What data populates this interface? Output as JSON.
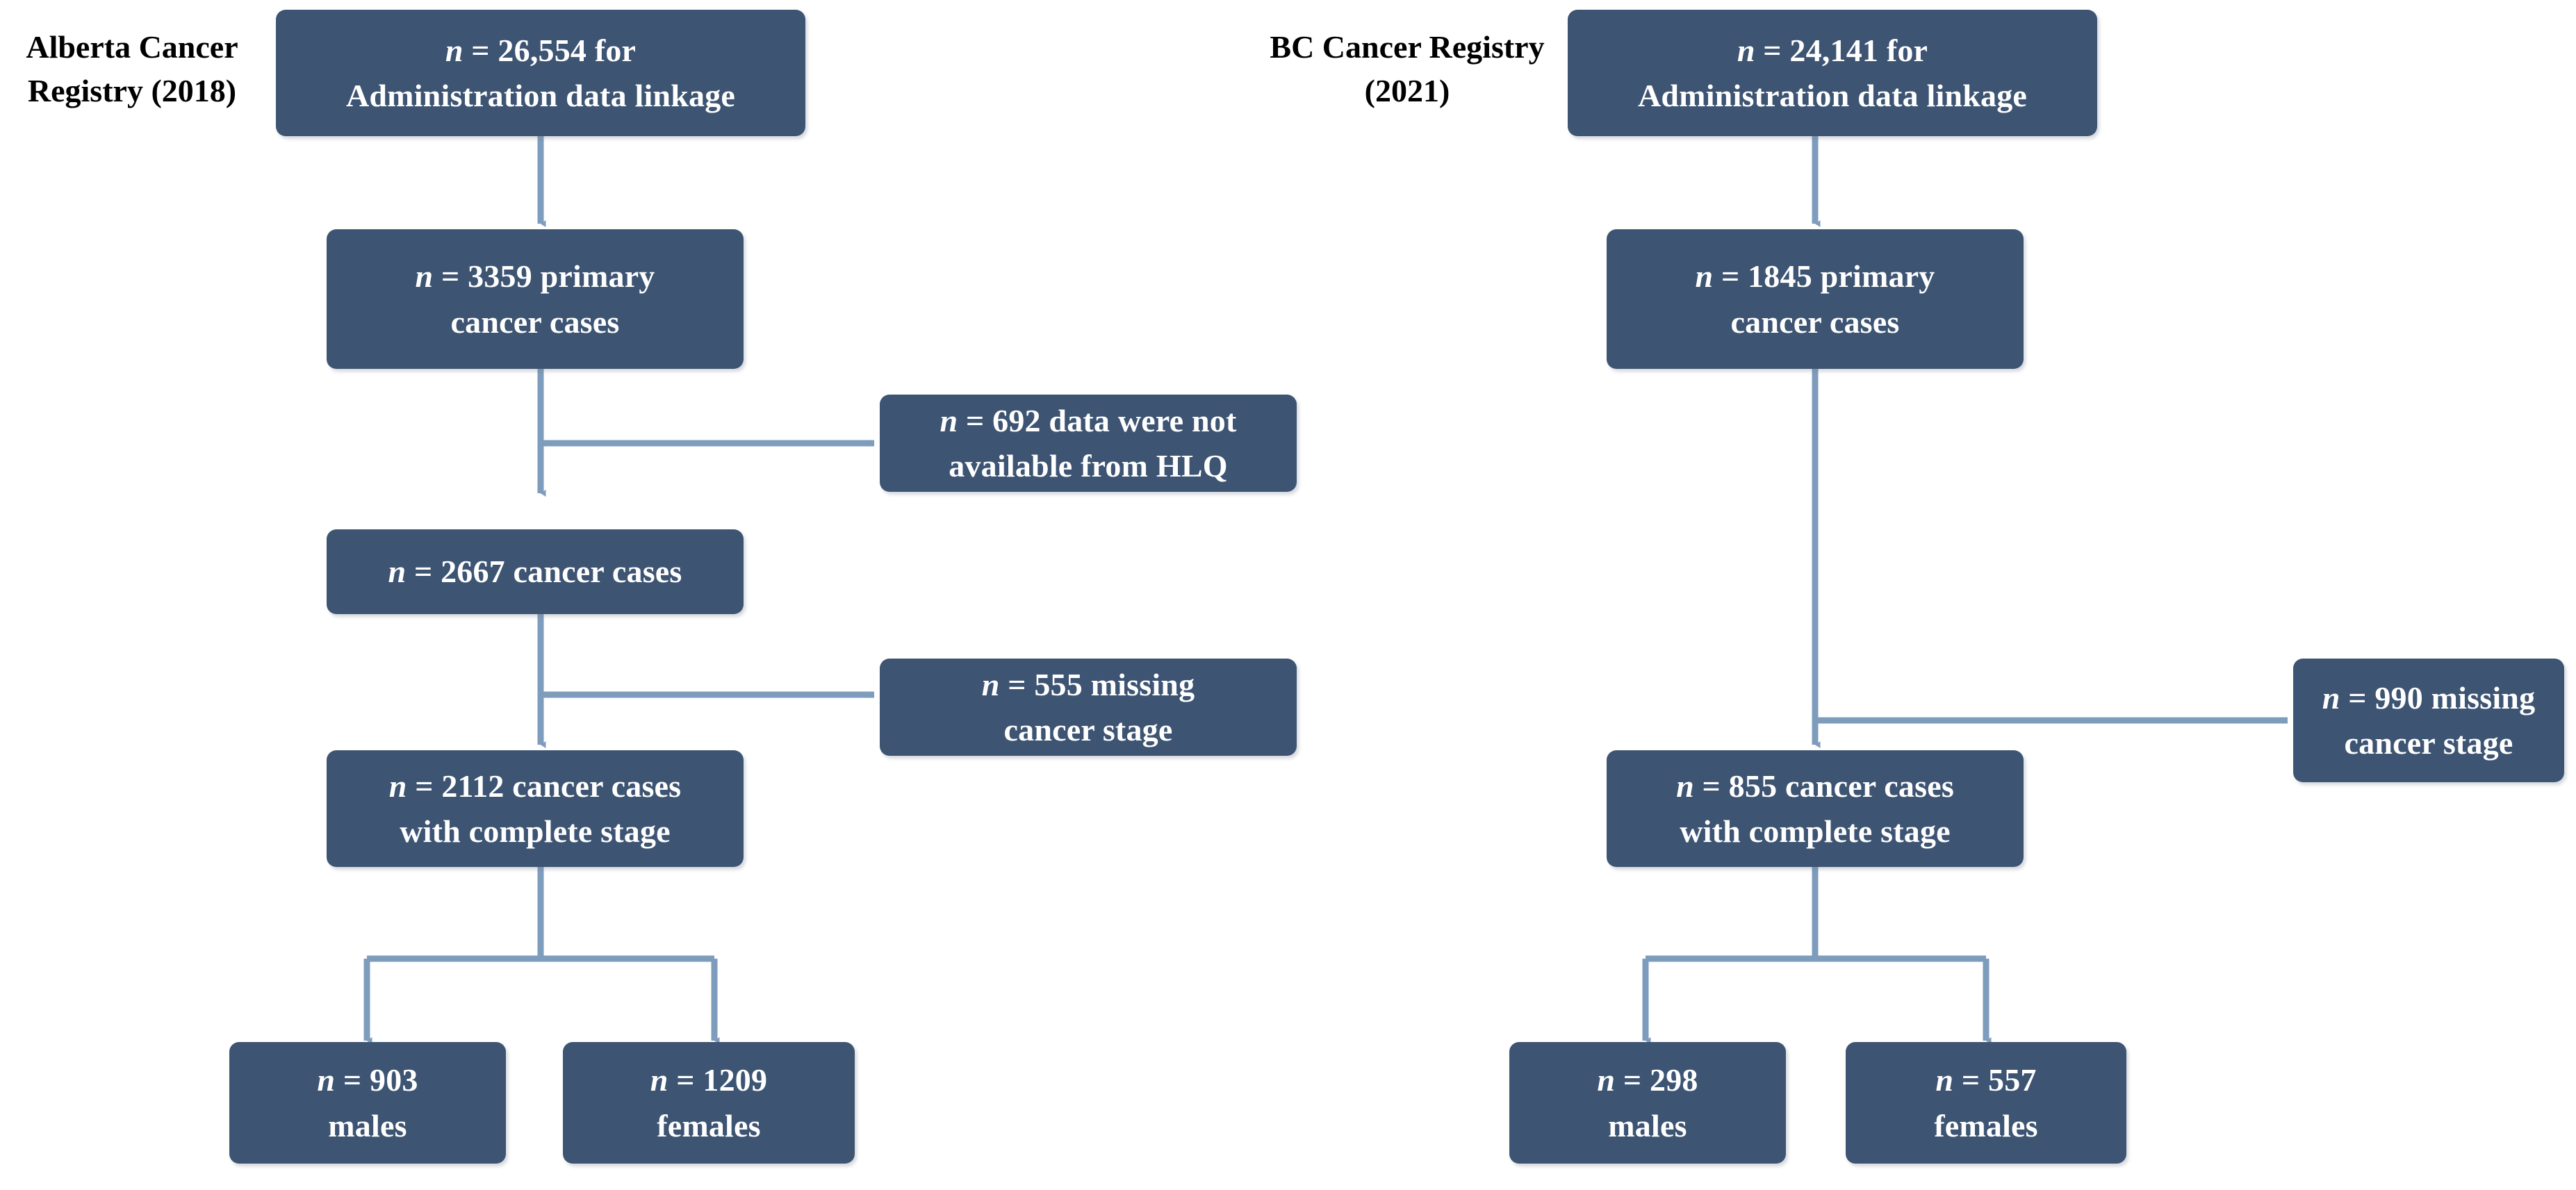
{
  "figure": {
    "type": "flowchart",
    "title": "",
    "box_color": "#3d5473",
    "text_color": "#ffffff",
    "connector_color": "#7e9cbc",
    "header_color": "#000000"
  },
  "columns": [
    {
      "id": "alberta",
      "header": "Alberta Cancer\nRegistry (2018)",
      "nodes": [
        {
          "id": "ab-linkage",
          "n_prefix": "n",
          "eq": " = ",
          "line1": "26,554 for",
          "line2": "Administration data linkage"
        },
        {
          "id": "ab-primary",
          "n_prefix": "n",
          "eq": " = ",
          "line1": "3359 primary",
          "line2": "cancer cases"
        },
        {
          "id": "ab-hlq",
          "n_prefix": "n",
          "eq": " = ",
          "line1": "692 data were not",
          "line2": "available from HLQ"
        },
        {
          "id": "ab-cases",
          "n_prefix": "n",
          "eq": " = ",
          "line1": "2667 cancer cases",
          "line2": ""
        },
        {
          "id": "ab-missing",
          "n_prefix": "n",
          "eq": " = ",
          "line1": "555 missing",
          "line2": "cancer stage"
        },
        {
          "id": "ab-complete",
          "n_prefix": "n",
          "eq": " = ",
          "line1": "2112 cancer cases",
          "line2": "with complete stage"
        },
        {
          "id": "ab-males",
          "n_prefix": "n",
          "eq": " = ",
          "line1": "903",
          "line2": "males"
        },
        {
          "id": "ab-females",
          "n_prefix": "n",
          "eq": " = ",
          "line1": "1209",
          "line2": "females"
        }
      ]
    },
    {
      "id": "bc",
      "header": "BC Cancer Registry\n(2021)",
      "nodes": [
        {
          "id": "bc-linkage",
          "n_prefix": "n",
          "eq": " = ",
          "line1": "24,141 for",
          "line2": "Administration data linkage"
        },
        {
          "id": "bc-primary",
          "n_prefix": "n",
          "eq": " = ",
          "line1": "1845 primary",
          "line2": "cancer cases"
        },
        {
          "id": "bc-missing",
          "n_prefix": "n",
          "eq": " = ",
          "line1": "990 missing",
          "line2": "cancer stage"
        },
        {
          "id": "bc-complete",
          "n_prefix": "n",
          "eq": " = ",
          "line1": "855 cancer cases",
          "line2": "with complete stage"
        },
        {
          "id": "bc-males",
          "n_prefix": "n",
          "eq": " = ",
          "line1": "298",
          "line2": "males"
        },
        {
          "id": "bc-females",
          "n_prefix": "n",
          "eq": " = ",
          "line1": "557",
          "line2": "females"
        }
      ]
    }
  ],
  "chart_data": {
    "type": "flowchart",
    "series": [
      {
        "name": "Alberta Cancer Registry (2018)",
        "steps": [
          {
            "label": "Administration data linkage",
            "n": 26554
          },
          {
            "label": "primary cancer cases",
            "n": 3359
          },
          {
            "label": "data were not available from HLQ (excluded)",
            "n": 692
          },
          {
            "label": "cancer cases",
            "n": 2667
          },
          {
            "label": "missing cancer stage (excluded)",
            "n": 555
          },
          {
            "label": "cancer cases with complete stage",
            "n": 2112
          },
          {
            "label": "males",
            "n": 903
          },
          {
            "label": "females",
            "n": 1209
          }
        ]
      },
      {
        "name": "BC Cancer Registry (2021)",
        "steps": [
          {
            "label": "Administration data linkage",
            "n": 24141
          },
          {
            "label": "primary cancer cases",
            "n": 1845
          },
          {
            "label": "missing cancer stage (excluded)",
            "n": 990
          },
          {
            "label": "cancer cases with complete stage",
            "n": 855
          },
          {
            "label": "males",
            "n": 298
          },
          {
            "label": "females",
            "n": 557
          }
        ]
      }
    ]
  }
}
